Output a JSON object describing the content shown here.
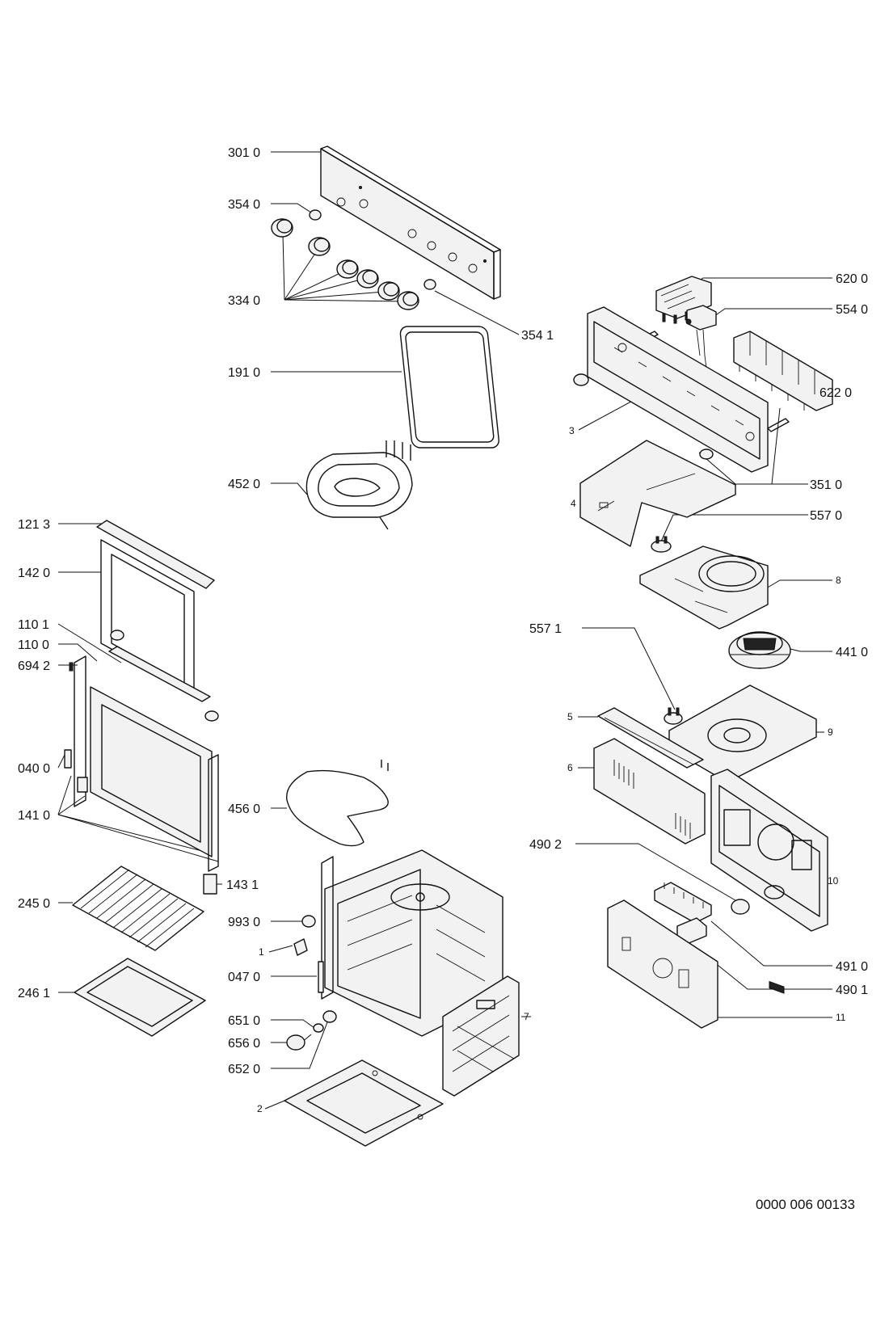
{
  "labels": {
    "l3010": "301 0",
    "l3540": "354 0",
    "l3340": "334 0",
    "l3541": "354 1",
    "l1910": "191 0",
    "l4520": "452 0",
    "l6200": "620 0",
    "l5540": "554 0",
    "l6220": "622 0",
    "l3": "3",
    "l3510": "351 0",
    "l4": "4",
    "l5570": "557 0",
    "l8": "8",
    "l1213": "121 3",
    "l1420": "142 0",
    "l1101": "110 1",
    "l1100": "110 0",
    "l6942": "694 2",
    "l0400": "040 0",
    "l1410": "141 0",
    "l5571": "557 1",
    "l4410": "441 0",
    "l5": "5",
    "l9": "9",
    "l6": "6",
    "l4560": "456 0",
    "l4902": "490 2",
    "l10": "10",
    "l1431": "143 1",
    "l2450": "245 0",
    "l9930": "993 0",
    "l1": "1",
    "l0470": "047 0",
    "l4910": "491 0",
    "l4901": "490 1",
    "l11": "11",
    "l2461": "246 1",
    "l6510": "651 0",
    "l6560": "656 0",
    "l6520": "652 0",
    "l7": "7",
    "l2": "2"
  },
  "document_number": "0000 006 00133"
}
